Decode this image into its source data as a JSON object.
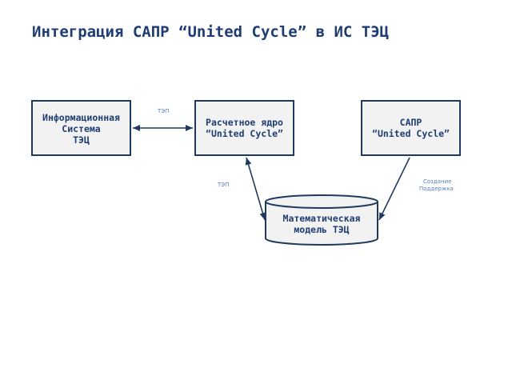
{
  "title": "Интеграция САПР “United Cycle” в ИС ТЭЦ",
  "nodes": {
    "is_tec": {
      "lines": [
        "Информационная",
        "Система",
        "ТЭЦ"
      ]
    },
    "core": {
      "lines": [
        "Расчетное ядро",
        "“United Cycle”"
      ]
    },
    "sapr": {
      "lines": [
        "САПР",
        "“United Cycle”"
      ]
    },
    "model": {
      "lines": [
        "Математическая",
        "модель ТЭЦ"
      ]
    }
  },
  "edges": {
    "is_core": {
      "label": "ТЭП"
    },
    "core_model": {
      "label": "ТЭП"
    },
    "sapr_model": {
      "lines": [
        "Создание",
        "Поддержка"
      ]
    }
  },
  "colors": {
    "title": "#1f3d73",
    "node_fill": "#f2f2f2",
    "node_stroke": "#1f3a60",
    "edge": "#1f3a60",
    "edge_label": "#5a7fb8"
  }
}
